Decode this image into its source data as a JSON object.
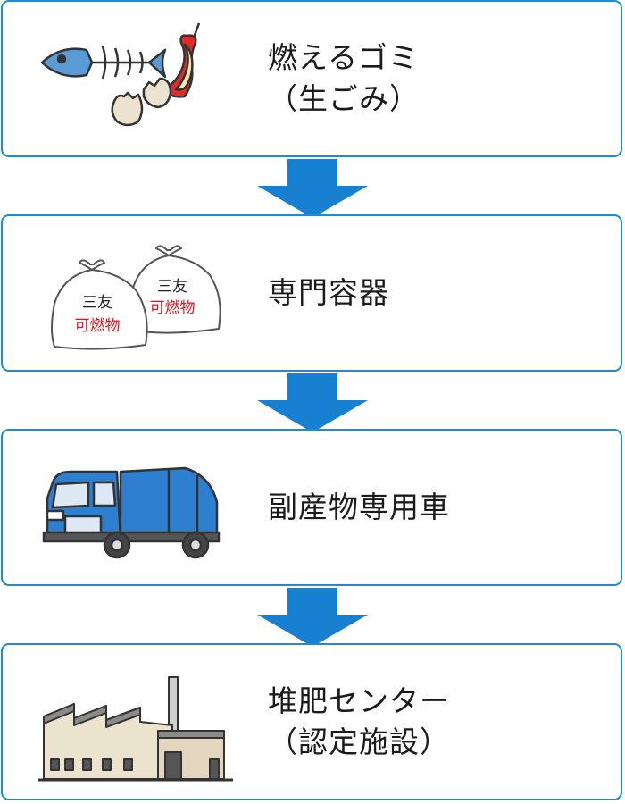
{
  "colors": {
    "accent": "#1e8bd3",
    "arrow": "#1780d0",
    "bag_text": "#e0141e",
    "truck": "#2f7fd0"
  },
  "steps": [
    {
      "label_line1": "燃えるゴミ",
      "label_line2": "（生ごみ）",
      "icon": "food-waste-icon"
    },
    {
      "label_line1": "専門容器",
      "icon": "garbage-bags-icon",
      "bag_brand": "三友",
      "bag_type": "可燃物"
    },
    {
      "label_line1": "副産物専用車",
      "icon": "garbage-truck-icon"
    },
    {
      "label_line1": "堆肥センター",
      "label_line2": "（認定施設）",
      "icon": "factory-icon"
    }
  ],
  "arrows": [
    {
      "icon": "down-arrow-icon"
    },
    {
      "icon": "down-arrow-icon"
    },
    {
      "icon": "down-arrow-icon"
    }
  ]
}
